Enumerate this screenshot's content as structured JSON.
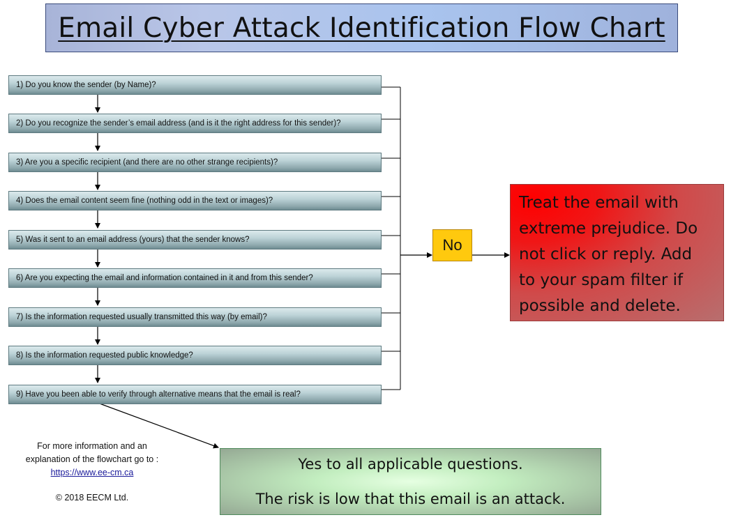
{
  "title": "Email Cyber Attack Identification Flow Chart",
  "questions": [
    "1) Do you know the sender (by Name)?",
    "2) Do you recognize the sender’s email address (and is it the right address for this sender)?",
    "3) Are you a specific recipient (and there are no other strange recipients)?",
    "4) Does the email content seem fine (nothing odd in the text or images)?",
    "5) Was it sent to an email address (yours) that the sender knows?",
    "6) Are you expecting the email and information contained in it  and from this sender?",
    "7) Is the information requested usually transmitted this way (by email)?",
    "8) Is the information requested public knowledge?",
    "9) Have you been able to verify through alternative means that the email is real?"
  ],
  "no_label": "No",
  "warning": {
    "lines": [
      "Treat the email with",
      "extreme prejudice. Do",
      "not click or reply. Add",
      "to your spam filter if",
      "possible and delete."
    ]
  },
  "yes": {
    "line1": "Yes to all applicable questions.",
    "line2": "The risk is low that this email is an attack."
  },
  "footer": {
    "line1": "For more information and an",
    "line2": "explanation of the flowchart go to :",
    "link": "https://www.ee-cm.ca",
    "copyright": "© 2018 EECM Ltd."
  },
  "colors": {
    "title_bg": "#b3c2e6",
    "question_bg": "#a9c1c6",
    "no_bg": "#ffc90e",
    "warning_bg": "#e02020",
    "yes_bg": "#c3eec0"
  }
}
